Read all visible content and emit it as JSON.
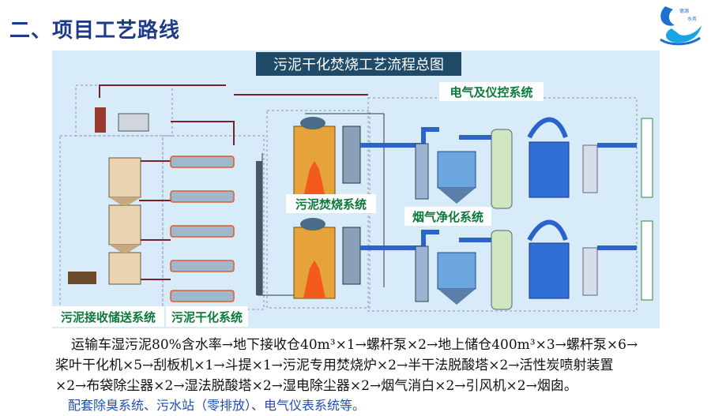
{
  "page_title": "二、项目工艺路线",
  "logo": {
    "text": "德源水务"
  },
  "diagram": {
    "title": "污泥干化焚烧工艺流程总图",
    "section_labels": {
      "electrical": "电气及仪控系统",
      "incineration": "污泥焚烧系统",
      "flue_gas": "烟气净化系统",
      "storage": "污泥接收储送系统",
      "drying": "污泥干化系统"
    }
  },
  "caption": {
    "line1": "运输车湿污泥80%含水率→地下接收仓40m³×1→螺杆泵×2→地上储仓400m³×3→螺杆泵×6→",
    "line2": "桨叶干化机×5→刮板机×1→斗提×1→污泥专用焚烧炉×2→半干法脱酸塔×2→活性炭喷射装置",
    "line3": "×2→布袋除尘器×2→湿法脱酸塔×2→湿电除尘器×2→烟气消白×2→引风机×2→烟囱。"
  },
  "note": "配套除臭系统、污水站（零排放）、电气仪表系统等。",
  "colors": {
    "title": "#1e3a8a",
    "diagram_bg": "#d7ebf8",
    "section_label": "#0b7a3b",
    "pipe_blue": "#2a63c9"
  }
}
